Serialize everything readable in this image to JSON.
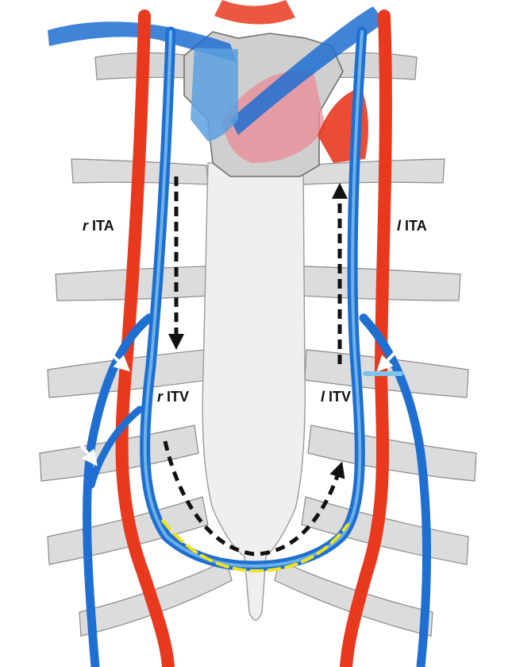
{
  "labels": {
    "r_ita": {
      "prefix": "r",
      "suffix": "ITA"
    },
    "l_ita": {
      "prefix": "l",
      "suffix": "ITA"
    },
    "r_itv": {
      "prefix": "r",
      "suffix": "ITV"
    },
    "l_itv": {
      "prefix": "l",
      "suffix": "ITV"
    }
  },
  "colors": {
    "artery": "#e8391f",
    "vein": "#1f6fd1",
    "vein_light": "#7fc3ec",
    "bone": "#d4d4d4",
    "bone_edge": "#8a8a8a",
    "heart": "#e98a95",
    "flow_arrow": "#111111",
    "pointer_arrow": "#ffffff",
    "highlight": "#f2e21c"
  }
}
